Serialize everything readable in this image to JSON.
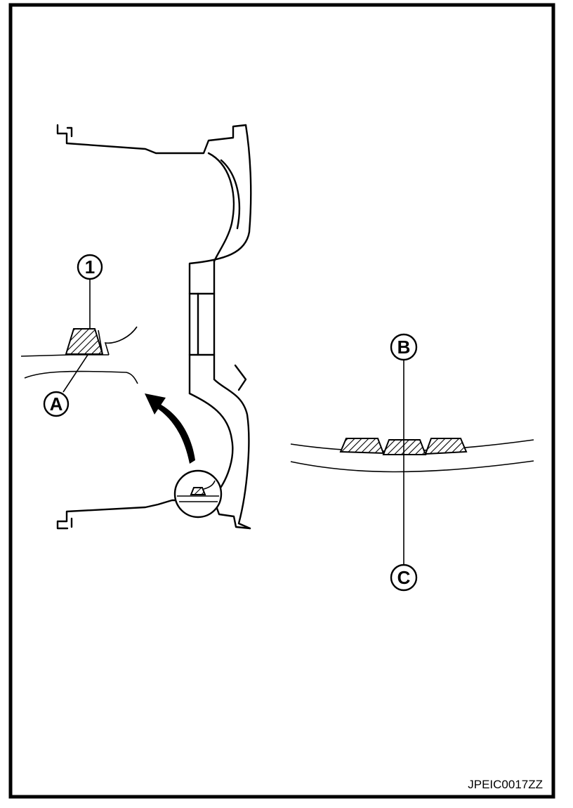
{
  "figure": {
    "callouts": {
      "one": "1",
      "a": "A",
      "b": "B",
      "c": "C"
    },
    "image_code": "JPEIC0017ZZ"
  }
}
